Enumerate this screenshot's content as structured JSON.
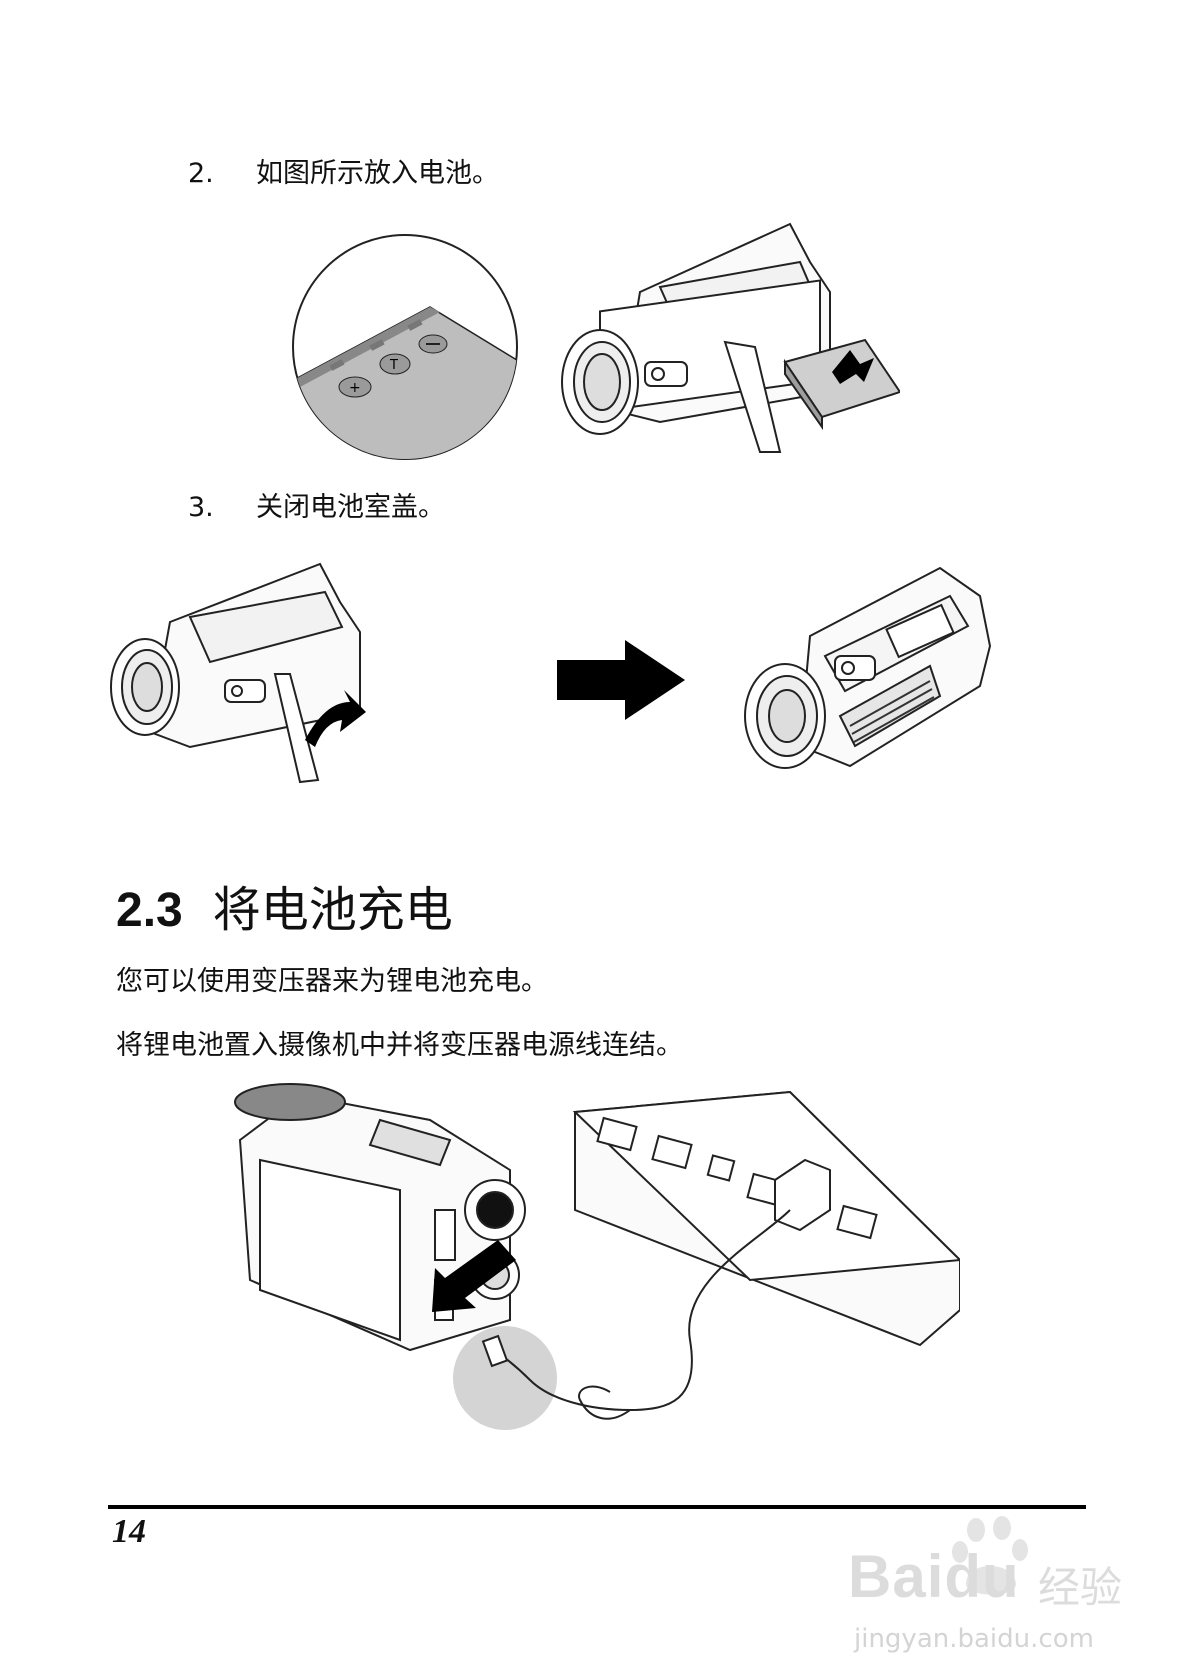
{
  "steps": [
    {
      "number": "2.",
      "text": "如图所示放入电池。"
    },
    {
      "number": "3.",
      "text": "关闭电池室盖。"
    }
  ],
  "section": {
    "number": "2.3",
    "title": "将电池充电"
  },
  "paragraphs": [
    "您可以使用变压器来为锂电池充电。",
    "将锂电池置入摄像机中并将变压器电源线连结。"
  ],
  "footer": {
    "page_number": "14"
  },
  "watermark": {
    "brand": "Baidu",
    "brand_cn": "经验",
    "url": "jingyan.baidu.com"
  }
}
